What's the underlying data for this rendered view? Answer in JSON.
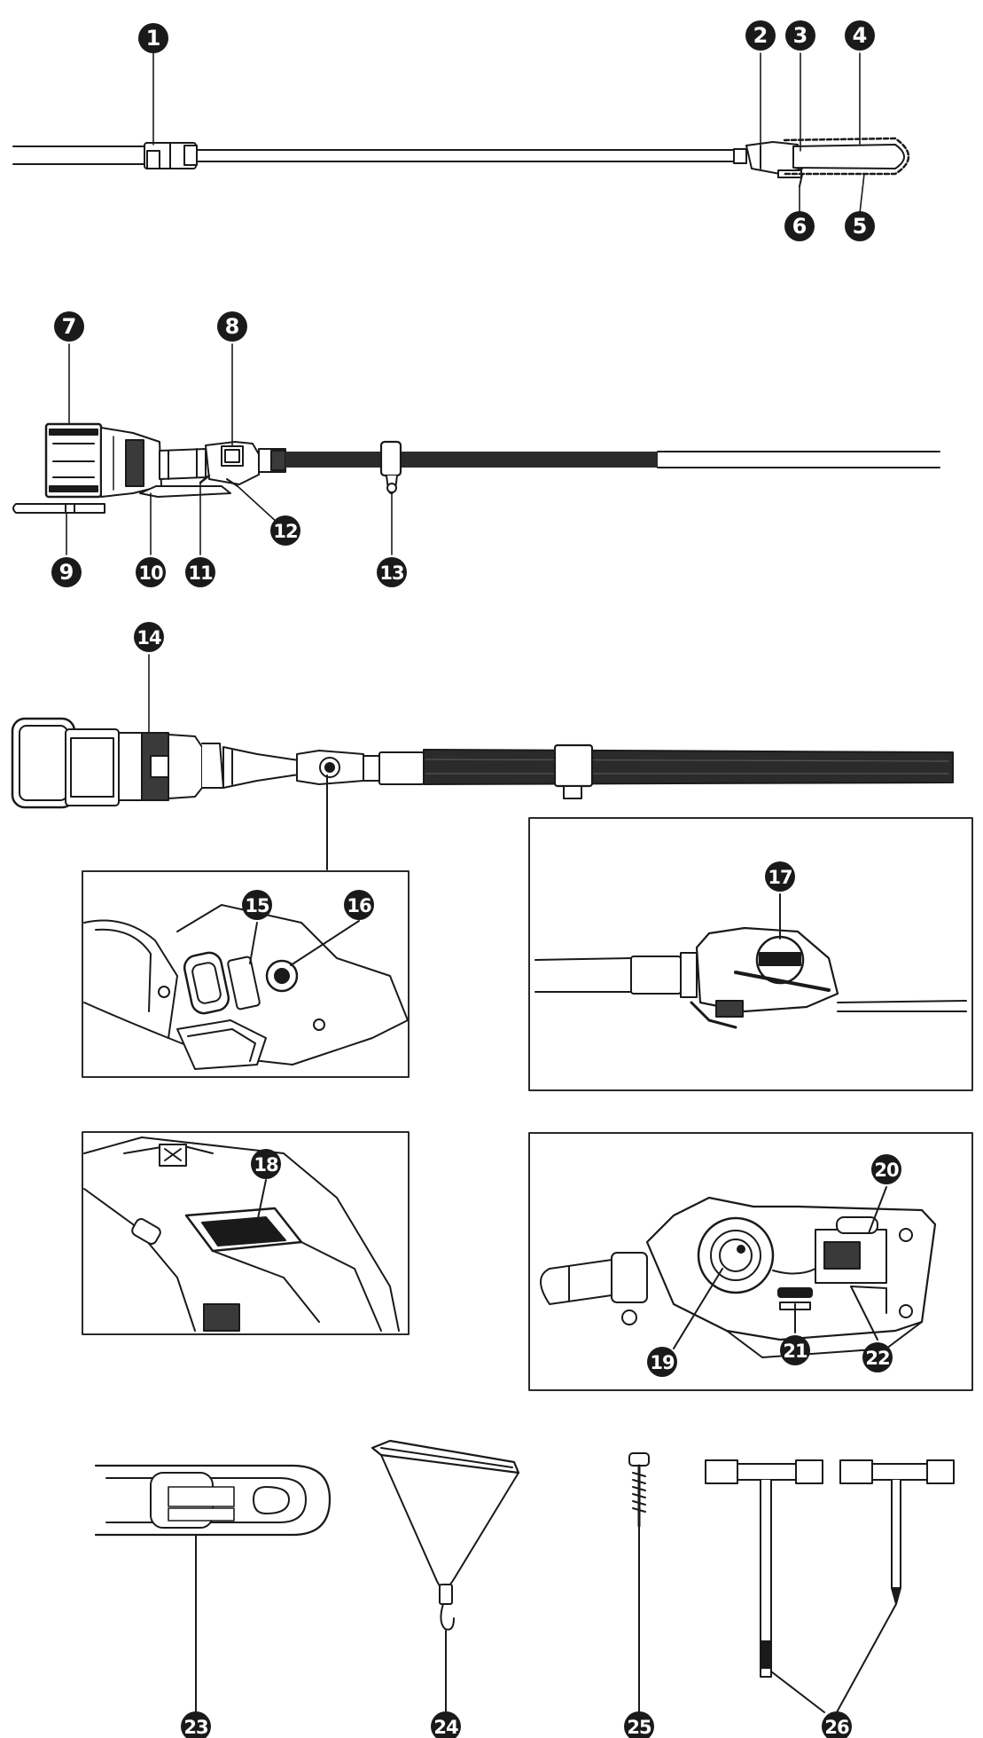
{
  "callouts": {
    "c1": "1",
    "c2": "2",
    "c3": "3",
    "c4": "4",
    "c5": "5",
    "c6": "6",
    "c7": "7",
    "c8": "8",
    "c9": "9",
    "c10": "10",
    "c11": "11",
    "c12": "12",
    "c13": "13",
    "c14": "14",
    "c15": "15",
    "c16": "16",
    "c17": "17",
    "c18": "18",
    "c19": "19",
    "c20": "20",
    "c21": "21",
    "c22": "22",
    "c23": "23",
    "c24": "24",
    "c25": "25",
    "c26": "26"
  },
  "colors": {
    "ink": "#1a1a1a",
    "callout_fill": "#1a1a1a",
    "callout_text": "#ffffff",
    "panel_border": "#2a2a2a",
    "dark_tube": "#2b2b2b"
  }
}
